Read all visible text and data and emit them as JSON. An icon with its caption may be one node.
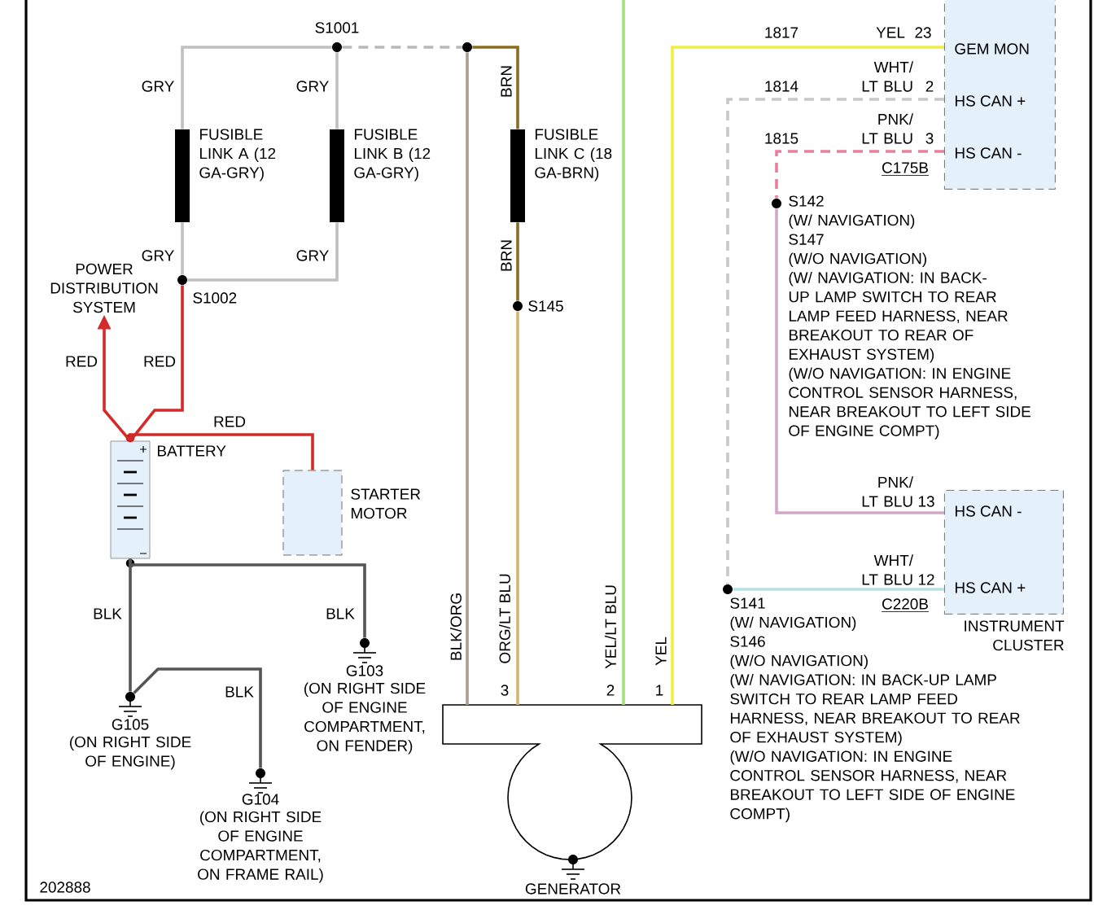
{
  "diagram": {
    "nodes": [
      {
        "text": [],
        "shape": "circle",
        "beside": [
          "S1001"
        ]
      },
      {
        "text": [],
        "shape": "circle"
      },
      {
        "text": [],
        "shape": "bar",
        "beside": [
          "FUSIBLE LINK A (12 GA-GRY)"
        ]
      },
      {
        "text": [],
        "shape": "bar",
        "beside": [
          "FUSIBLE LINK B (12 GA-GRY)"
        ]
      },
      {
        "text": [],
        "shape": "bar",
        "beside": [
          "FUSIBLE LINK C (18 GA-BRN)"
        ]
      },
      {
        "text": [],
        "shape": "circle",
        "beside": [
          "S1002"
        ]
      },
      {
        "text": [],
        "shape": "circle",
        "beside": [
          "S145"
        ]
      },
      {
        "text": [
          "POWER DISTRIBUTION SYSTEM"
        ]
      },
      {
        "text": [],
        "shape": "battery",
        "beside": [
          "BATTERY"
        ]
      },
      {
        "text": [],
        "shape": "box",
        "beside": [
          "STARTER MOTOR"
        ]
      },
      {
        "text": [],
        "shape": "ground",
        "beside": [
          "G105",
          "(ON RIGHT SIDE OF ENGINE)"
        ]
      },
      {
        "text": [],
        "shape": "ground",
        "beside": [
          "G104",
          "(ON RIGHT SIDE OF ENGINE COMPARTMENT, ON FRAME RAIL)"
        ]
      },
      {
        "text": [],
        "shape": "ground",
        "beside": [
          "G103",
          "(ON RIGHT SIDE OF ENGINE COMPARTMENT, ON FENDER)"
        ]
      },
      {
        "text": [],
        "shape": "box",
        "beside": [
          "GENERATOR"
        ]
      },
      {
        "text": [
          "GEM MON",
          "HS CAN +",
          "HS CAN -"
        ]
      },
      {
        "text": [],
        "shape": "circle",
        "beside": [
          "S142",
          "(W/ NAVIGATION)",
          "S147",
          "(W/O NAVIGATION)",
          "(W/ NAVIGATION: IN BACK-UP LAMP SWITCH TO REAR LAMP FEED HARNESS, NEAR BREAKOUT TO REAR OF EXHAUST SYSTEM)",
          "(W/O NAVIGATION: IN ENGINE CONTROL SENSOR HARNESS, NEAR BREAKOUT TO LEFT SIDE OF ENGINE COMPT)"
        ]
      },
      {
        "text": [],
        "shape": "circle",
        "beside": [
          "S141",
          "(W/ NAVIGATION)",
          "S146",
          "(W/O NAVIGATION)",
          "(W/ NAVIGATION: IN BACK-UP LAMP SWITCH TO REAR LAMP FEED HARNESS, NEAR BREAKOUT TO REAR OF EXHAUST SYSTEM)",
          "(W/O NAVIGATION: IN ENGINE CONTROL SENSOR HARNESS, NEAR BREAKOUT TO LEFT SIDE OF ENGINE COMPT)"
        ]
      },
      {
        "text": [
          "HS CAN -",
          "HS CAN +"
        ],
        "beside": [
          "INSTRUMENT CLUSTER"
        ]
      }
    ],
    "edges": [
      {
        "from": 0,
        "to": 1,
        "arrow": "none",
        "style": "dashed",
        "color": "#b8b8b8"
      },
      {
        "from": 0,
        "to": 2,
        "arrow": "none",
        "label": "GRY",
        "color": "#c0c0c0"
      },
      {
        "from": 0,
        "to": 3,
        "arrow": "none",
        "label": "GRY",
        "color": "#c0c0c0"
      },
      {
        "from": 2,
        "to": 5,
        "arrow": "none",
        "label": "GRY",
        "color": "#c0c0c0"
      },
      {
        "from": 3,
        "to": 5,
        "arrow": "none",
        "label": "GRY",
        "color": "#c0c0c0"
      },
      {
        "from": 1,
        "to": 4,
        "arrow": "none",
        "label": "BRN",
        "color": "#8a6d1e"
      },
      {
        "from": 4,
        "to": 6,
        "arrow": "none",
        "label": "BRN",
        "color": "#8a6d1e"
      },
      {
        "from": 5,
        "to": 8,
        "arrow": "none",
        "label": "RED",
        "color": "#d42a2a"
      },
      {
        "from": 8,
        "to": 7,
        "arrow": "to",
        "label": "RED",
        "color": "#d42a2a"
      },
      {
        "from": 8,
        "to": 9,
        "arrow": "none",
        "label": "RED",
        "color": "#d42a2a"
      },
      {
        "from": 8,
        "to": 10,
        "arrow": "none",
        "label": "BLK",
        "color": "#555555"
      },
      {
        "from": 8,
        "to": 12,
        "arrow": "none",
        "label": "BLK",
        "color": "#555555"
      },
      {
        "from": 10,
        "to": 11,
        "arrow": "none",
        "label": "BLK",
        "color": "#555555"
      },
      {
        "from": 1,
        "to": 13,
        "arrow": "none",
        "label": "BLK/ORG",
        "color": "#a89f8c"
      },
      {
        "from": 6,
        "to": 13,
        "arrow": "none",
        "label": "ORG/LT BLU",
        "color": "#d8b46c"
      },
      {
        "from": null,
        "to": 13,
        "arrow": "none",
        "label": "YEL/LT BLU",
        "color": "#a4e07c"
      },
      {
        "from": 14,
        "to": 13,
        "arrow": "none",
        "label": "YEL",
        "color": "#eeee44"
      },
      {
        "from": 14,
        "to": 16,
        "arrow": "none",
        "label": "WHT/ LT BLU",
        "style": "dashed",
        "color": "#c8c8c8"
      },
      {
        "from": 14,
        "to": 15,
        "arrow": "none",
        "label": "PNK/ LT BLU",
        "style": "dashed",
        "color": "#e8809a"
      },
      {
        "from": 15,
        "to": 17,
        "arrow": "none",
        "label": "PNK/ LT BLU",
        "color": "#d0a8cc"
      },
      {
        "from": 16,
        "to": 17,
        "arrow": "none",
        "label": "WHT/ LT BLU",
        "color": "#b4e2e2"
      }
    ],
    "labels": [
      "1817",
      "23",
      "1814",
      "2",
      "1815",
      "3",
      "C175B",
      "13",
      "12",
      "C220B",
      "3",
      "2",
      "1",
      "YEL",
      "202888"
    ]
  }
}
